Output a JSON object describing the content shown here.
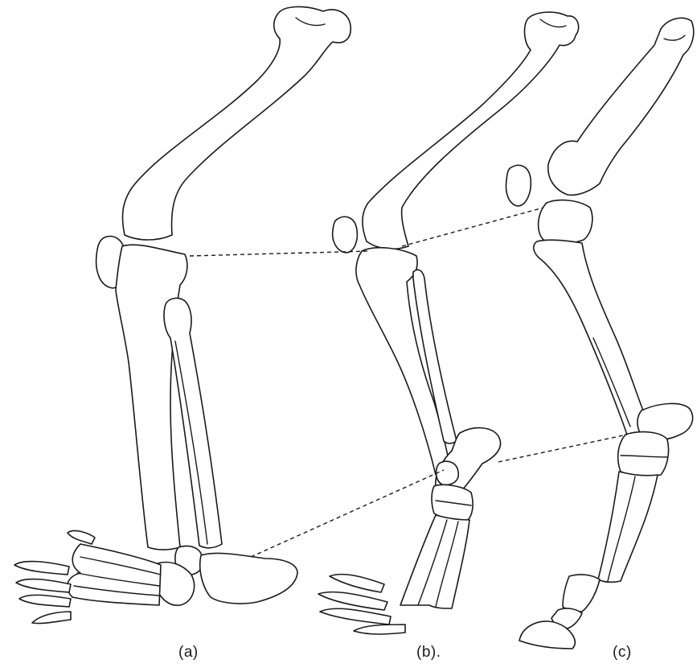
{
  "figure": {
    "panels": [
      {
        "label": "(a)"
      },
      {
        "label": "(b)."
      },
      {
        "label": "(c)"
      }
    ]
  }
}
